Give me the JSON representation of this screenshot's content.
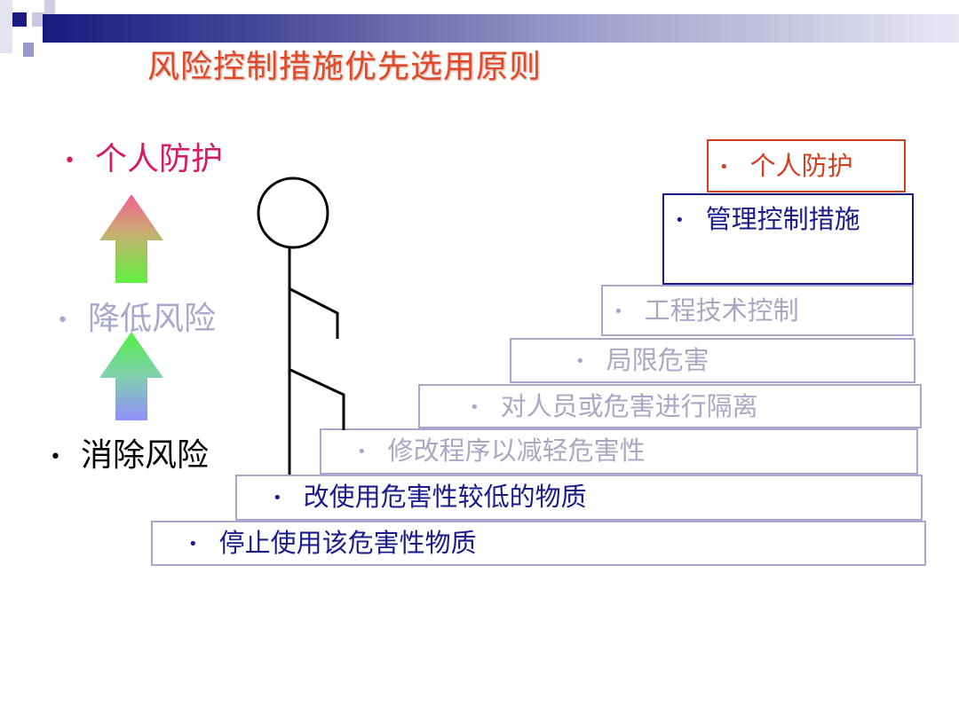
{
  "title": "风险控制措施优先选用原则",
  "hierarchy": [
    {
      "label": "个人防护",
      "color": "#d81b60"
    },
    {
      "label": "降低风险",
      "color": "#a8a8cc"
    },
    {
      "label": "消除风险",
      "color": "#000000"
    }
  ],
  "steps": [
    {
      "label": "停止使用该危害性物质"
    },
    {
      "label": "改使用危害性较低的物质"
    },
    {
      "label": "修改程序以减轻危害性"
    },
    {
      "label": "对人员或危害进行隔离"
    },
    {
      "label": "局限危害"
    },
    {
      "label": "工程技术控制"
    },
    {
      "label": "管理控制措施"
    },
    {
      "label": "个人防护"
    }
  ],
  "bullet": "•"
}
